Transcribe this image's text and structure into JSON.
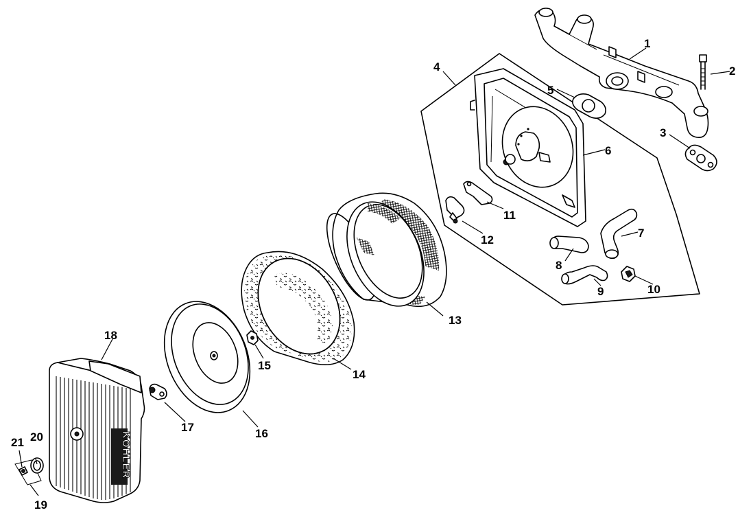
{
  "brand_text": "KOHLER",
  "callouts": [
    {
      "id": "1",
      "text": "1"
    },
    {
      "id": "2",
      "text": "2"
    },
    {
      "id": "3",
      "text": "3"
    },
    {
      "id": "4",
      "text": "4"
    },
    {
      "id": "5",
      "text": "5"
    },
    {
      "id": "6",
      "text": "6"
    },
    {
      "id": "7",
      "text": "7"
    },
    {
      "id": "8",
      "text": "8"
    },
    {
      "id": "9",
      "text": "9"
    },
    {
      "id": "10",
      "text": "10"
    },
    {
      "id": "11",
      "text": "11"
    },
    {
      "id": "12",
      "text": "12"
    },
    {
      "id": "13",
      "text": "13"
    },
    {
      "id": "14",
      "text": "14"
    },
    {
      "id": "15",
      "text": "15"
    },
    {
      "id": "16",
      "text": "16"
    },
    {
      "id": "17",
      "text": "17"
    },
    {
      "id": "18",
      "text": "18"
    },
    {
      "id": "19",
      "text": "19"
    },
    {
      "id": "20",
      "text": "20"
    },
    {
      "id": "21",
      "text": "21"
    }
  ]
}
